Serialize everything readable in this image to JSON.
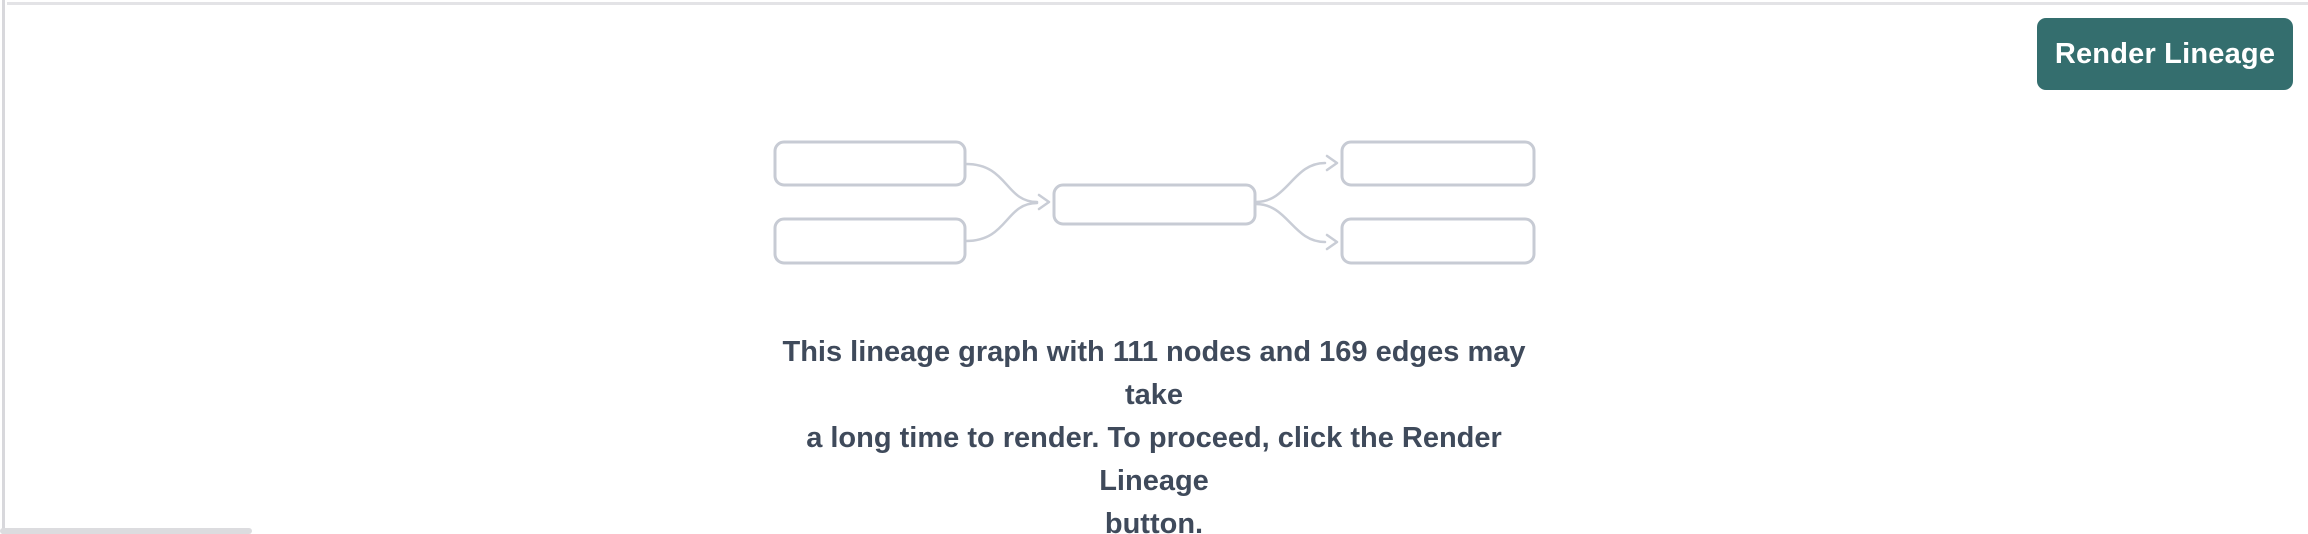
{
  "header": {
    "render_lineage_button": "Render Lineage"
  },
  "empty_state": {
    "message_lines": [
      "This lineage graph with 111 nodes and 169 edges may take",
      "a long time to render. To proceed, click the Render Lineage",
      "button."
    ],
    "message_full": "This lineage graph with 111 nodes and 169 edges may take a long time to render. To proceed, click the Render Lineage button.",
    "node_count": "111",
    "edge_count": "169"
  },
  "illustration": {
    "name": "lineage-graph-placeholder",
    "box_count": 5,
    "edge_count": 4,
    "stroke_color": "#c7cbd4"
  },
  "colors": {
    "button_bg": "#346e6e",
    "button_text": "#ffffff",
    "message_text": "#3f4a5b",
    "illustration_stroke": "#c7cbd4",
    "panel_border": "#e3e3e6",
    "left_border": "#d8d8dc",
    "scroll_thumb": "#dcdcdf"
  }
}
